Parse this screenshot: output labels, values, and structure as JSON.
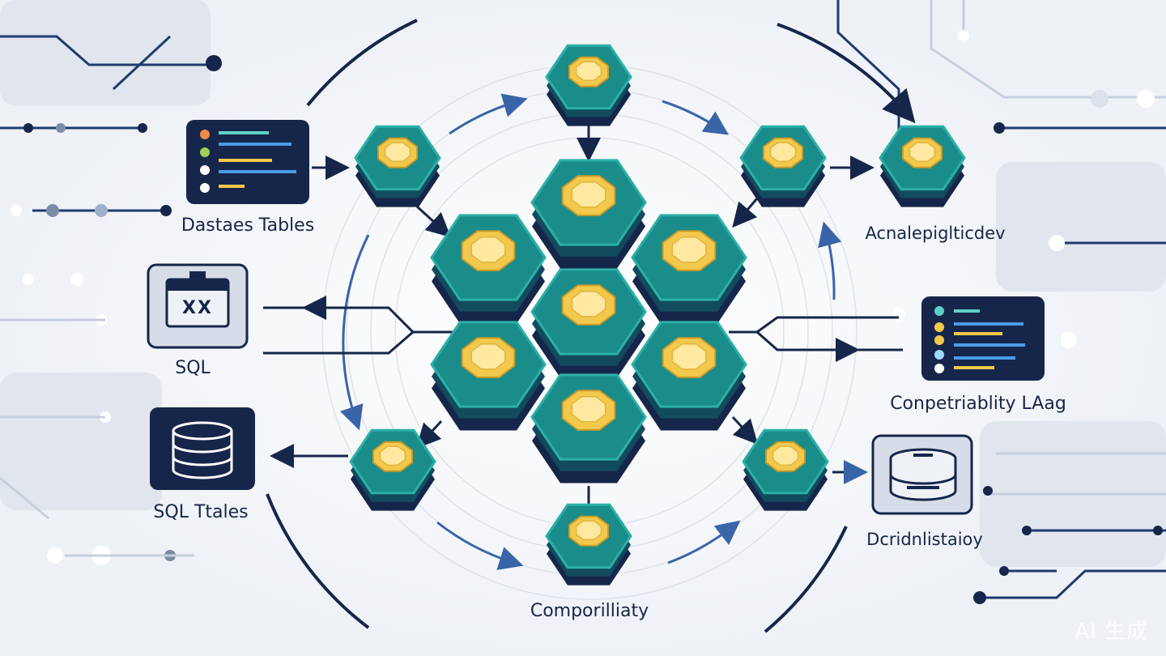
{
  "labels": {
    "database_tables": "Dastaes Tables",
    "sql": "SQL",
    "sql_tables": "SQL Ttales",
    "compatibility_bottom": "Comporilliaty",
    "analytics_top_right": "Acnalepiglticdev",
    "compatibility_lag": "Conpetriablity LAag",
    "distributed_db": "Dcridnlistaioy"
  },
  "screen_icon_text": "XX",
  "watermark": "AI 生成",
  "colors": {
    "background": "#eef1f6",
    "navy": "#16264a",
    "teal": "#1a8c8a",
    "teal_light": "#2bb0a8",
    "gold": "#f2c94c",
    "gold_light": "#ffe9a0",
    "blue_arrow": "#3a64a8"
  },
  "icons": {
    "top_left_panel": "code-lines-icon",
    "sql_panel": "window-icon",
    "sql_tables_panel": "database-icon",
    "right_panel": "code-lines-icon",
    "bottom_right_panel": "database-icon"
  }
}
